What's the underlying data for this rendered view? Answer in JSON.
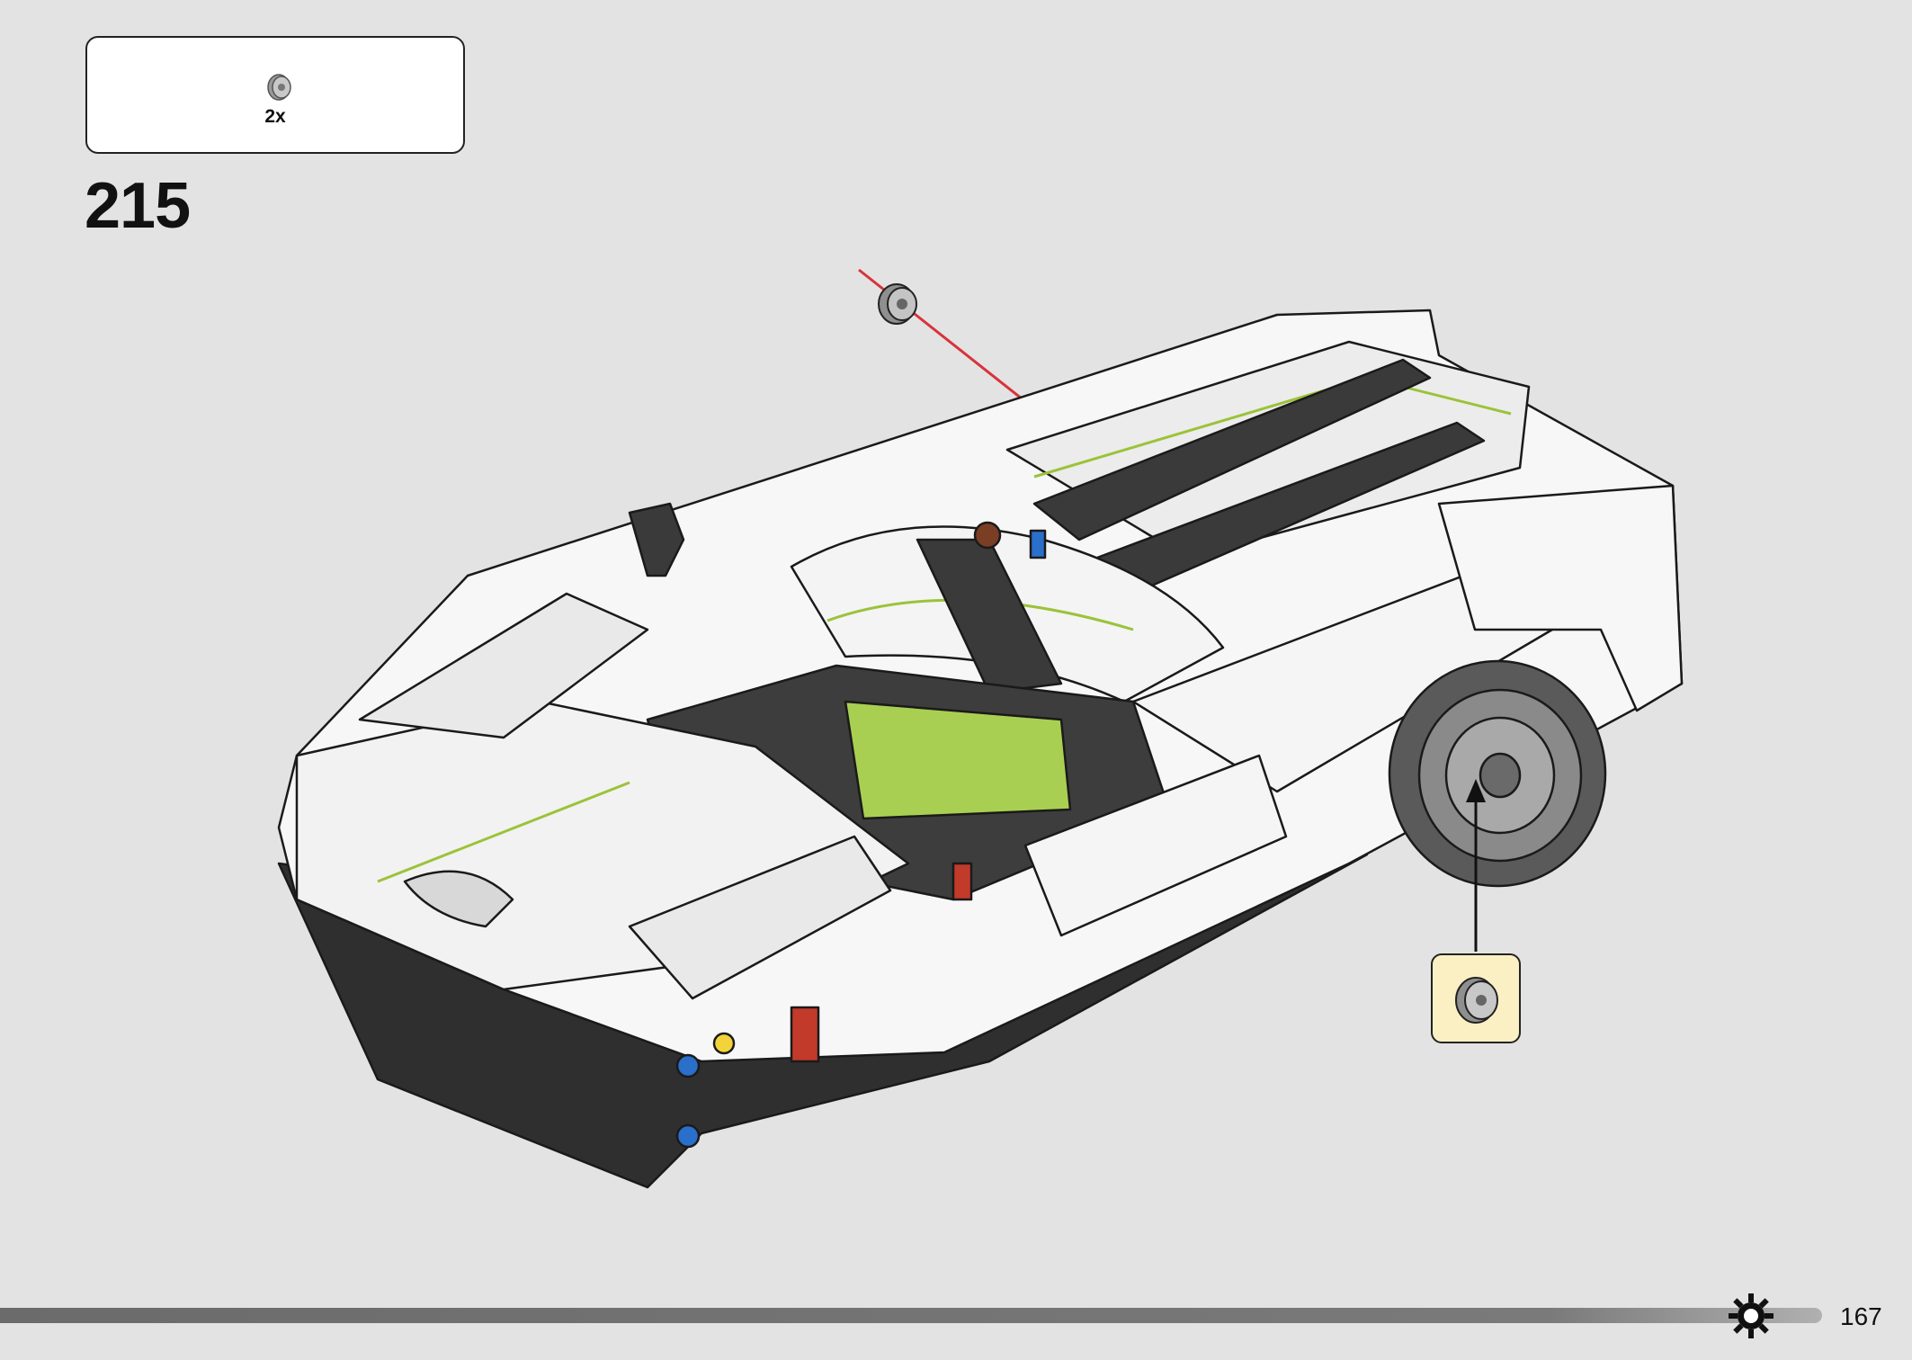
{
  "parts_list": {
    "items": [
      {
        "icon": "bushing-icon",
        "quantity": "2x"
      }
    ]
  },
  "step": {
    "number": "215"
  },
  "page": {
    "number": "167"
  },
  "colors": {
    "background": "#e3e3e3",
    "callout_fill": "#fbf0c4",
    "arrow_red": "#d8333a",
    "accent_green": "#9cc23a",
    "part_grey": "#a9a9a9"
  }
}
